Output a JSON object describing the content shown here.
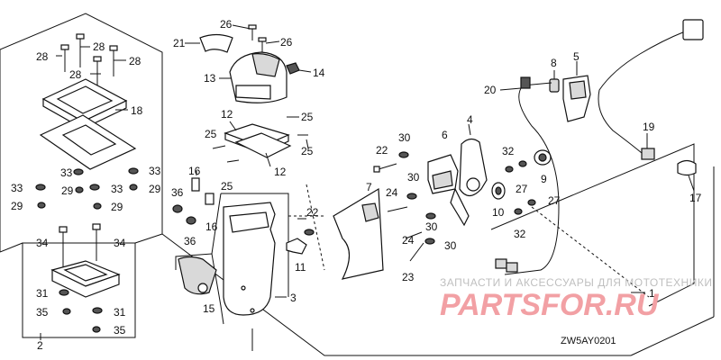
{
  "diagram": {
    "code": "ZW5AY0201",
    "watermark_top": "ЗАПЧАСТИ И АКСЕССУАРЫ ДЛЯ МОТОТЕХНИКИ",
    "watermark_brand": "PARTSFOR.RU",
    "callouts": {
      "c1": "1",
      "c2": "2",
      "c3": "3",
      "c4": "4",
      "c5": "5",
      "c6": "6",
      "c7": "7",
      "c8": "8",
      "c9": "9",
      "c10": "10",
      "c11": "11",
      "c12a": "12",
      "c12b": "12",
      "c13": "13",
      "c14": "14",
      "c15": "15",
      "c16a": "16",
      "c16b": "16",
      "c17": "17",
      "c18": "18",
      "c19": "19",
      "c20": "20",
      "c21": "21",
      "c22a": "22",
      "c22b": "22",
      "c23": "23",
      "c24a": "24",
      "c24b": "24",
      "c25a": "25",
      "c25b": "25",
      "c25c": "25",
      "c25d": "25",
      "c26a": "26",
      "c26b": "26",
      "c27a": "27",
      "c27b": "27",
      "c28a": "28",
      "c28b": "28",
      "c28c": "28",
      "c28d": "28",
      "c29a": "29",
      "c29b": "29",
      "c29c": "29",
      "c29d": "29",
      "c30a": "30",
      "c30b": "30",
      "c30c": "30",
      "c30d": "30",
      "c31a": "31",
      "c31b": "31",
      "c32a": "32",
      "c32b": "32",
      "c33a": "33",
      "c33b": "33",
      "c33c": "33",
      "c33d": "33",
      "c34a": "34",
      "c34b": "34",
      "c35a": "35",
      "c35b": "35",
      "c36a": "36",
      "c36b": "36"
    }
  }
}
